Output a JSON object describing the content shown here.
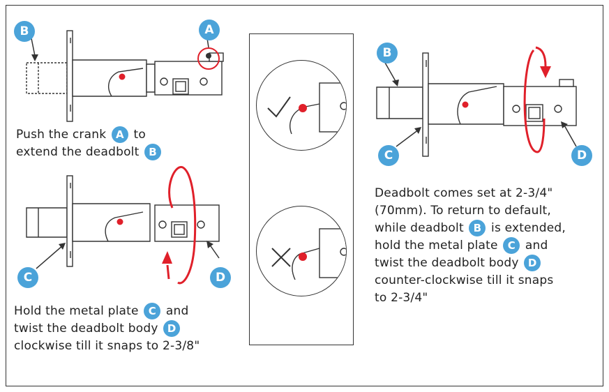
{
  "colors": {
    "badge": "#4ba3d9",
    "arrow": "#e0202a",
    "line": "#333333"
  },
  "labels": {
    "a": "A",
    "b": "B",
    "c": "C",
    "d": "D"
  },
  "step1": {
    "text1": "Push the crank",
    "text2": "to",
    "text3": "extend the deadbolt"
  },
  "step2": {
    "text1": "Hold the metal plate",
    "text2": "and",
    "text3": "twist the deadbolt body",
    "text4": "clockwise till it snaps to 2-3/8\""
  },
  "step3": {
    "line1": "Deadbolt comes set at 2-3/4\"",
    "line2": "(70mm). To return to default,",
    "line3a": "while deadbolt",
    "line3b": "is extended,",
    "line4a": "hold the metal plate",
    "line4b": "and",
    "line5": "twist the deadbolt body",
    "line6": "counter-clockwise till it snaps",
    "line7": "to 2-3/4\""
  },
  "icons": {
    "correct": "checkmark-icon",
    "incorrect": "x-mark-icon"
  }
}
